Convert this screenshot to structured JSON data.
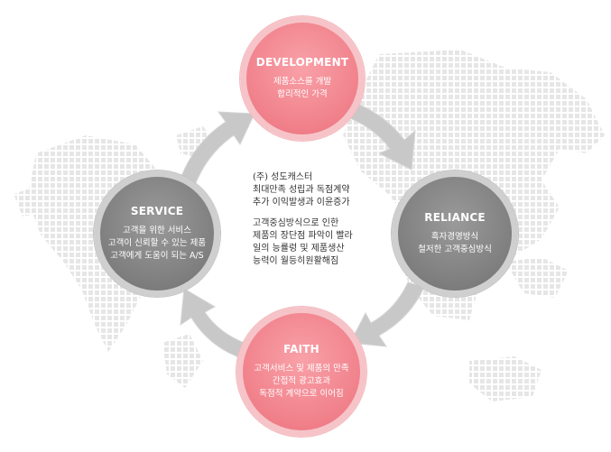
{
  "development": {
    "title": "DEVELOPMENT",
    "lines": [
      "제품소스를 개발",
      "합리적인 가격"
    ]
  },
  "reliance": {
    "title": "RELIANCE",
    "lines": [
      "흑자경영방식",
      "철저한 고객중심방식"
    ]
  },
  "faith": {
    "title": "FAITH",
    "lines": [
      "고객서비스 및 제품의 만족",
      "간접적 광고효과",
      "독점적 계약으로 이어짐"
    ]
  },
  "service": {
    "title": "SERVICE",
    "lines": [
      "고객을 위한 서비스",
      "고객이 신뢰할 수 있는 제품",
      "고객에게 도움이 되는 A/S"
    ]
  },
  "center": {
    "group1": [
      "(주) 성도캐스터",
      "최대만족 성립과 독점계약",
      "추가 이익발생과 이윤증가"
    ],
    "group2": [
      "고객중심방식으로 인한",
      "제품의 장단점 파악이 빨라",
      "일의 능률렁 및 제품생산",
      "능력이 월등히원활해짐"
    ]
  },
  "colors": {
    "accent_pink": "#f0808a",
    "accent_grey": "#808080",
    "arrow": "#c8c8c8",
    "map_dots": "#e6e6e6"
  }
}
